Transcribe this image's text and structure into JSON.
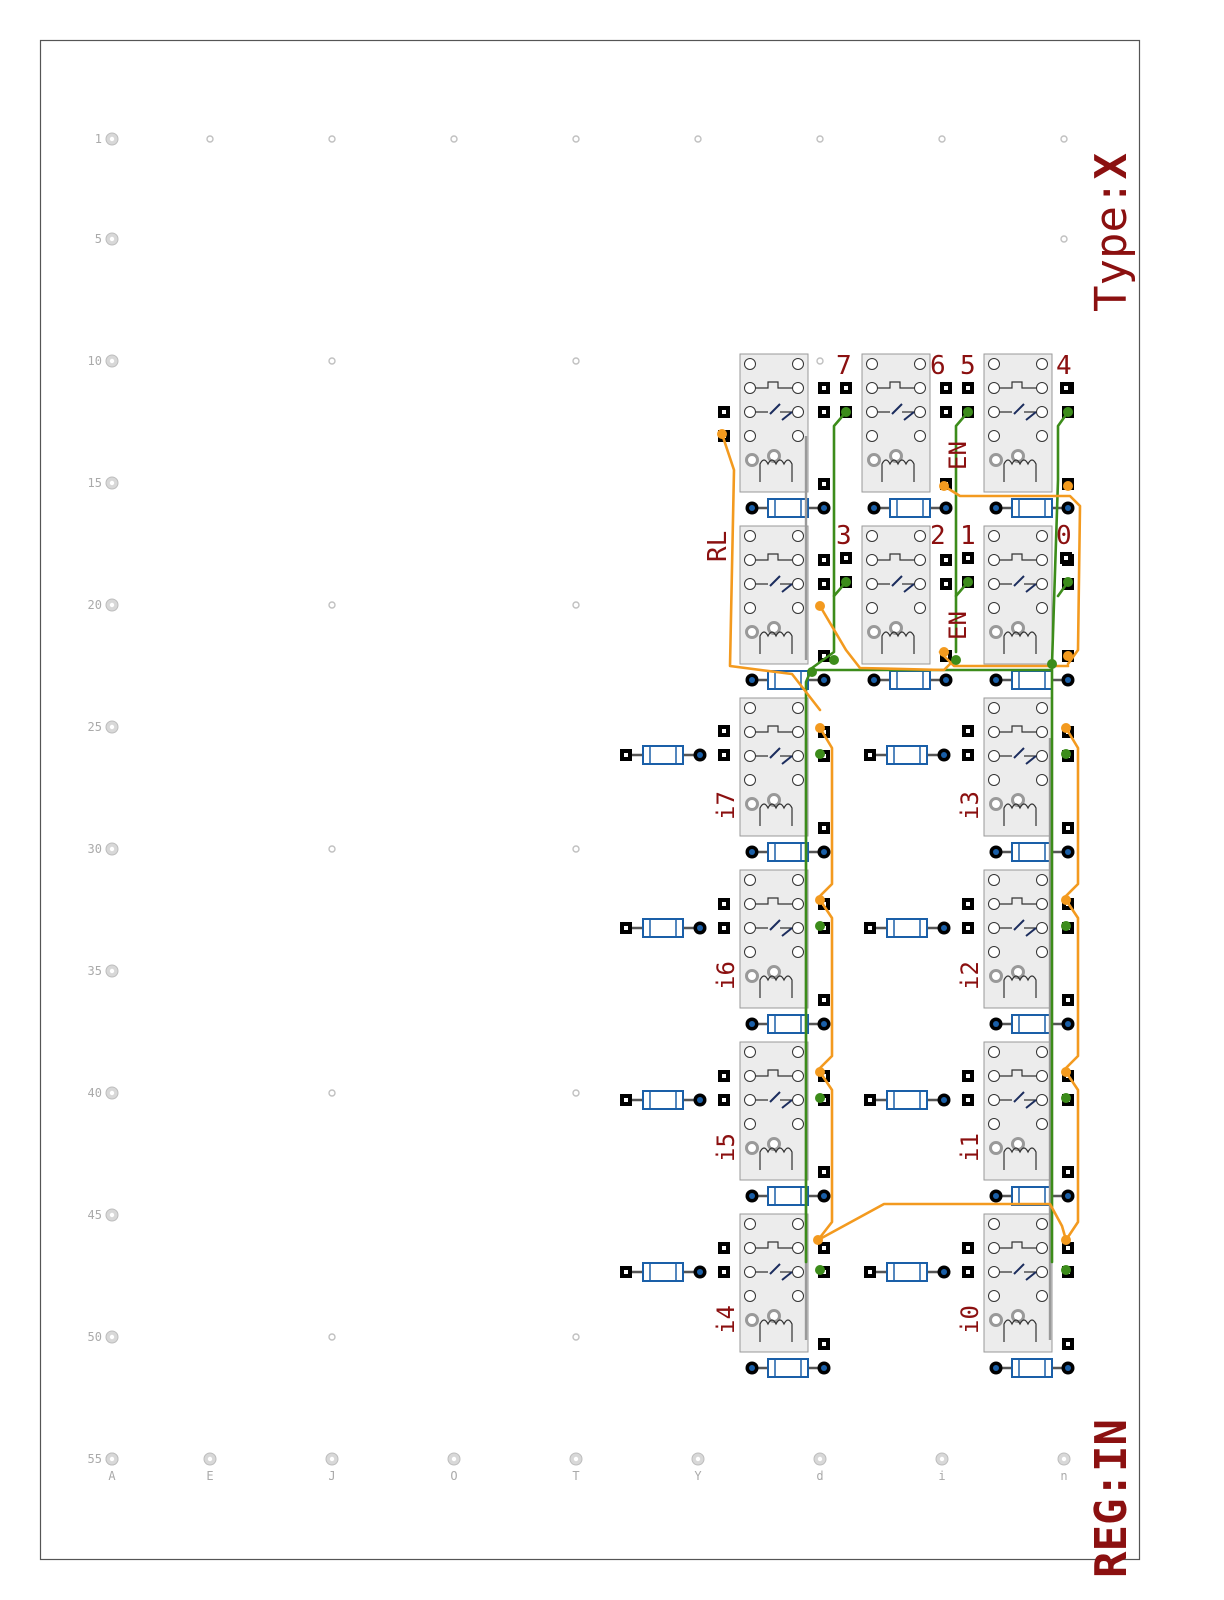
{
  "board": {
    "type_label": "Type:",
    "type_value": "X",
    "reg_label": "REG:IN"
  },
  "grid": {
    "row_labels": [
      "1",
      "5",
      "10",
      "15",
      "20",
      "25",
      "30",
      "35",
      "40",
      "45",
      "50",
      "55"
    ],
    "col_labels": [
      "A",
      "E",
      "J",
      "O",
      "T",
      "Y",
      "d",
      "i",
      "n"
    ]
  },
  "relays": [
    {
      "label": "RL"
    },
    {
      "label": "7"
    },
    {
      "label": "6"
    },
    {
      "label": "5"
    },
    {
      "label": "4"
    },
    {
      "label": "3"
    },
    {
      "label": "2"
    },
    {
      "label": "1"
    },
    {
      "label": "0"
    },
    {
      "label": "EN"
    },
    {
      "label": "EN"
    },
    {
      "label": "i7"
    },
    {
      "label": "i6"
    },
    {
      "label": "i5"
    },
    {
      "label": "i4"
    },
    {
      "label": "i3"
    },
    {
      "label": "i2"
    },
    {
      "label": "i1"
    },
    {
      "label": "i0"
    }
  ],
  "colors": {
    "wire_green": "#3c8c1a",
    "wire_orange": "#f39a1f",
    "label_red": "#8b1010",
    "diode_blue": "#1a5fa8"
  }
}
